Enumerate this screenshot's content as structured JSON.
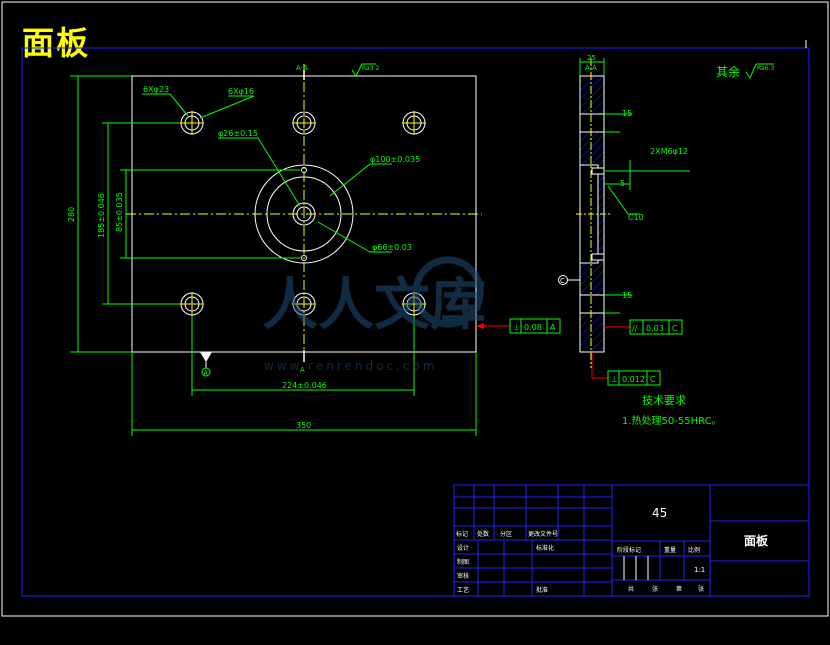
{
  "title": "面板",
  "front_view": {
    "section_label_top": "A-A",
    "section_label_bottom": "A",
    "roughness_top": "Ra3.2",
    "callouts": [
      "6Xφ23",
      "6Xφ16",
      "φ26±0.15",
      "φ100±0.035",
      "φ66±0.03"
    ],
    "dim_height": "280",
    "dim_185": "185±0.046",
    "dim_85": "85±0.035",
    "dim_224": "224±0.046",
    "dim_width": "350"
  },
  "side_view": {
    "section_label": "A-A",
    "dim_thickness": "25",
    "dim_15_top": "15",
    "thread": "2XM6φ12",
    "dim_5": "5",
    "chamfer": "C10",
    "dim_15_bottom": "15",
    "datum_c": "C"
  },
  "general_roughness": {
    "label": "其余",
    "value": "Ra6.3"
  },
  "tolerances": [
    {
      "symbol": "⊥",
      "value": "0.08",
      "datum": "A"
    },
    {
      "symbol": "//",
      "value": "0.03",
      "datum": "C"
    },
    {
      "symbol": "⊥",
      "value": "0.012",
      "datum": "C"
    }
  ],
  "datum_a": "A",
  "tech_req": {
    "heading": "技术要求",
    "line1": "1.热处理50-55HRC。"
  },
  "watermark": {
    "brand": "人人文库",
    "url": "www.renrendoc.com"
  },
  "title_block": {
    "material": "45",
    "part_name": "面板",
    "scale": "1:1",
    "rows_left": [
      "标记",
      "处数",
      "分区",
      "更改文件号"
    ],
    "left_labels": [
      "设计",
      "制图",
      "审核",
      "工艺"
    ],
    "std_label": "标准化",
    "approve": "批准",
    "stage_labels": [
      "阶段标记",
      "重量",
      "比例"
    ],
    "sheet_labels": [
      "共",
      "张",
      "第",
      "张"
    ]
  },
  "colors": {
    "background": "#000000",
    "frame": "#0000ff",
    "geometry": "#ffffff",
    "dimension": "#00ff00",
    "center": "#ffff00",
    "hatch": "#0000ff",
    "title": "#ffff00"
  }
}
